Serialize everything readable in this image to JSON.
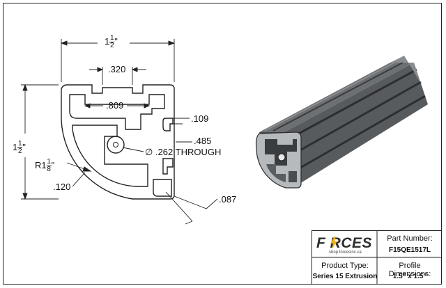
{
  "dimensions": {
    "overall_width": {
      "whole": "1",
      "num": "1",
      "den": "2",
      "unit": "\""
    },
    "overall_height": {
      "whole": "1",
      "num": "1",
      "den": "2",
      "unit": "\""
    },
    "slot_opening": ".320",
    "slot_inner_width": ".809",
    "side_slot_depth": ".109",
    "side_slot_offset": ".485",
    "center_hole": ".262 THROUGH",
    "diameter_symbol": "∅",
    "radius": {
      "prefix": "R",
      "whole": "1",
      "num": "1",
      "den": "8",
      "unit": "\""
    },
    "wall_thickness": ".120",
    "web_thickness": ".087"
  },
  "title_block": {
    "brand_word": "F  RCES",
    "brand_url": "shop.forcesinc.ca",
    "part_number_label": "Part Number:",
    "part_number": "F15QE1517L",
    "product_type_label": "Product Type:",
    "product_type": "Series 15 Extrusion",
    "profile_dimensions_label": "Profile Dimensions:",
    "profile_dimensions": "1.5\" x 1.5\""
  },
  "colors": {
    "line": "#222222",
    "extrusion_dark": "#4a4d50",
    "extrusion_mid": "#6d7073",
    "extrusion_light": "#9a9da0",
    "logo_bolt": "#f2b21b"
  }
}
